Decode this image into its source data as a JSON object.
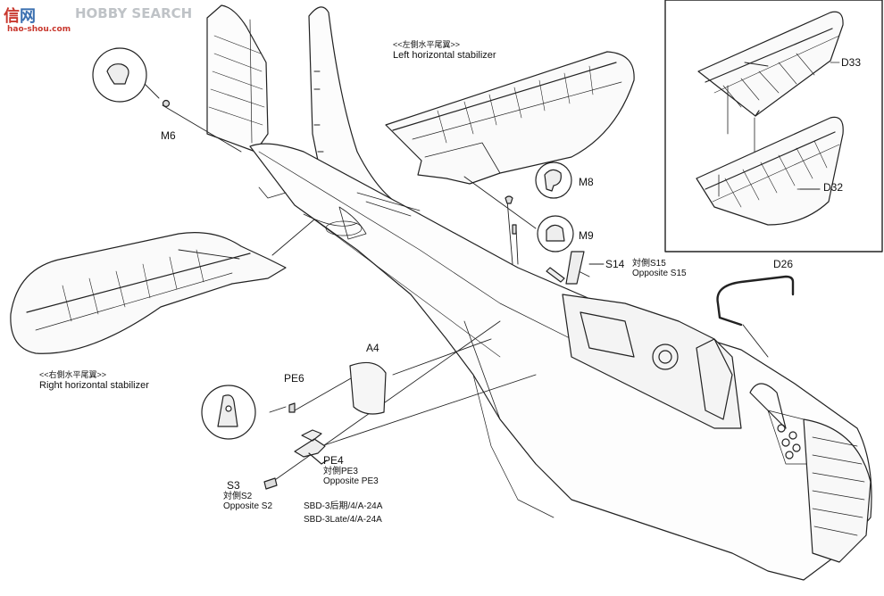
{
  "watermark": {
    "text": "HOBBY SEARCH",
    "site": "hao-shou.com",
    "logo_char": "信",
    "logo_char2": "网"
  },
  "labels": {
    "left_stabilizer_cn": "<<左側水平尾翼>>",
    "left_stabilizer_en": "Left horizontal stabilizer",
    "right_stabilizer_cn": "<<右側水平尾翼>>",
    "right_stabilizer_en": "Right horizontal stabilizer",
    "m6": "M6",
    "m8": "M8",
    "m9": "M9",
    "s14": "S14",
    "opp_s15_cn": "対側S15",
    "opp_s15_en": "Opposite S15",
    "d26": "D26",
    "d33": "D33",
    "d32": "D32",
    "a4": "A4",
    "pe6": "PE6",
    "pe4": "PE4",
    "opp_pe3_cn": "対側PE3",
    "opp_pe3_en": "Opposite PE3",
    "s3": "S3",
    "opp_s2_cn": "対側S2",
    "opp_s2_en": "Opposite S2",
    "sbd_cn": "SBD-3后期/4/A-24A",
    "sbd_en": "SBD-3Late/4/A-24A"
  }
}
